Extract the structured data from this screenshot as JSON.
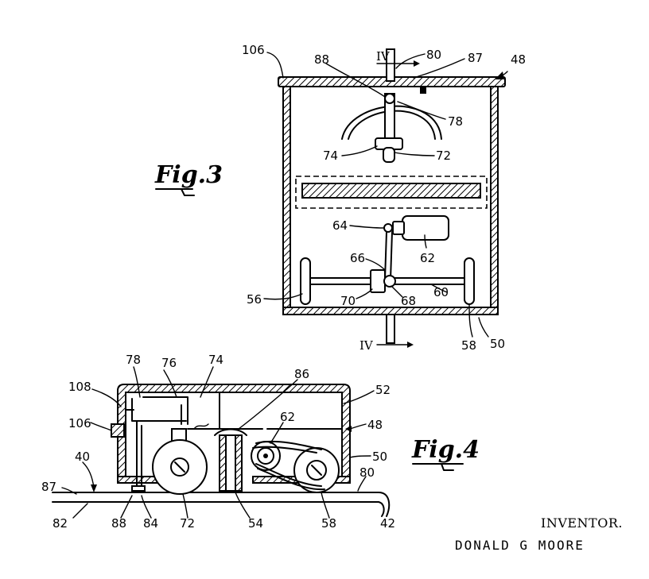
{
  "figures": {
    "fig3": "Fig.3",
    "fig4": "Fig.4"
  },
  "section_marks": {
    "top": "IV",
    "bottom": "IV"
  },
  "fig3_labels": {
    "l106": "106",
    "l88": "88",
    "l80": "80",
    "l87": "87",
    "l48": "48",
    "l78": "78",
    "l74": "74",
    "l72": "72",
    "l64": "64",
    "l62": "62",
    "l66": "66",
    "l56": "56",
    "l70": "70",
    "l68": "68",
    "l60": "60",
    "l58": "58",
    "l50": "50"
  },
  "fig4_labels": {
    "l78": "78",
    "l76": "76",
    "l74": "74",
    "l86": "86",
    "l52": "52",
    "l108": "108",
    "l62": "62",
    "l106": "106",
    "l48": "48",
    "l40": "40",
    "l50": "50",
    "l87": "87",
    "l80": "80",
    "l82": "82",
    "l88": "88",
    "l84": "84",
    "l72": "72",
    "l54": "54",
    "l58": "58",
    "l42": "42"
  },
  "inventor": {
    "heading": "INVENTOR.",
    "name": "DONALD G MOORE"
  }
}
